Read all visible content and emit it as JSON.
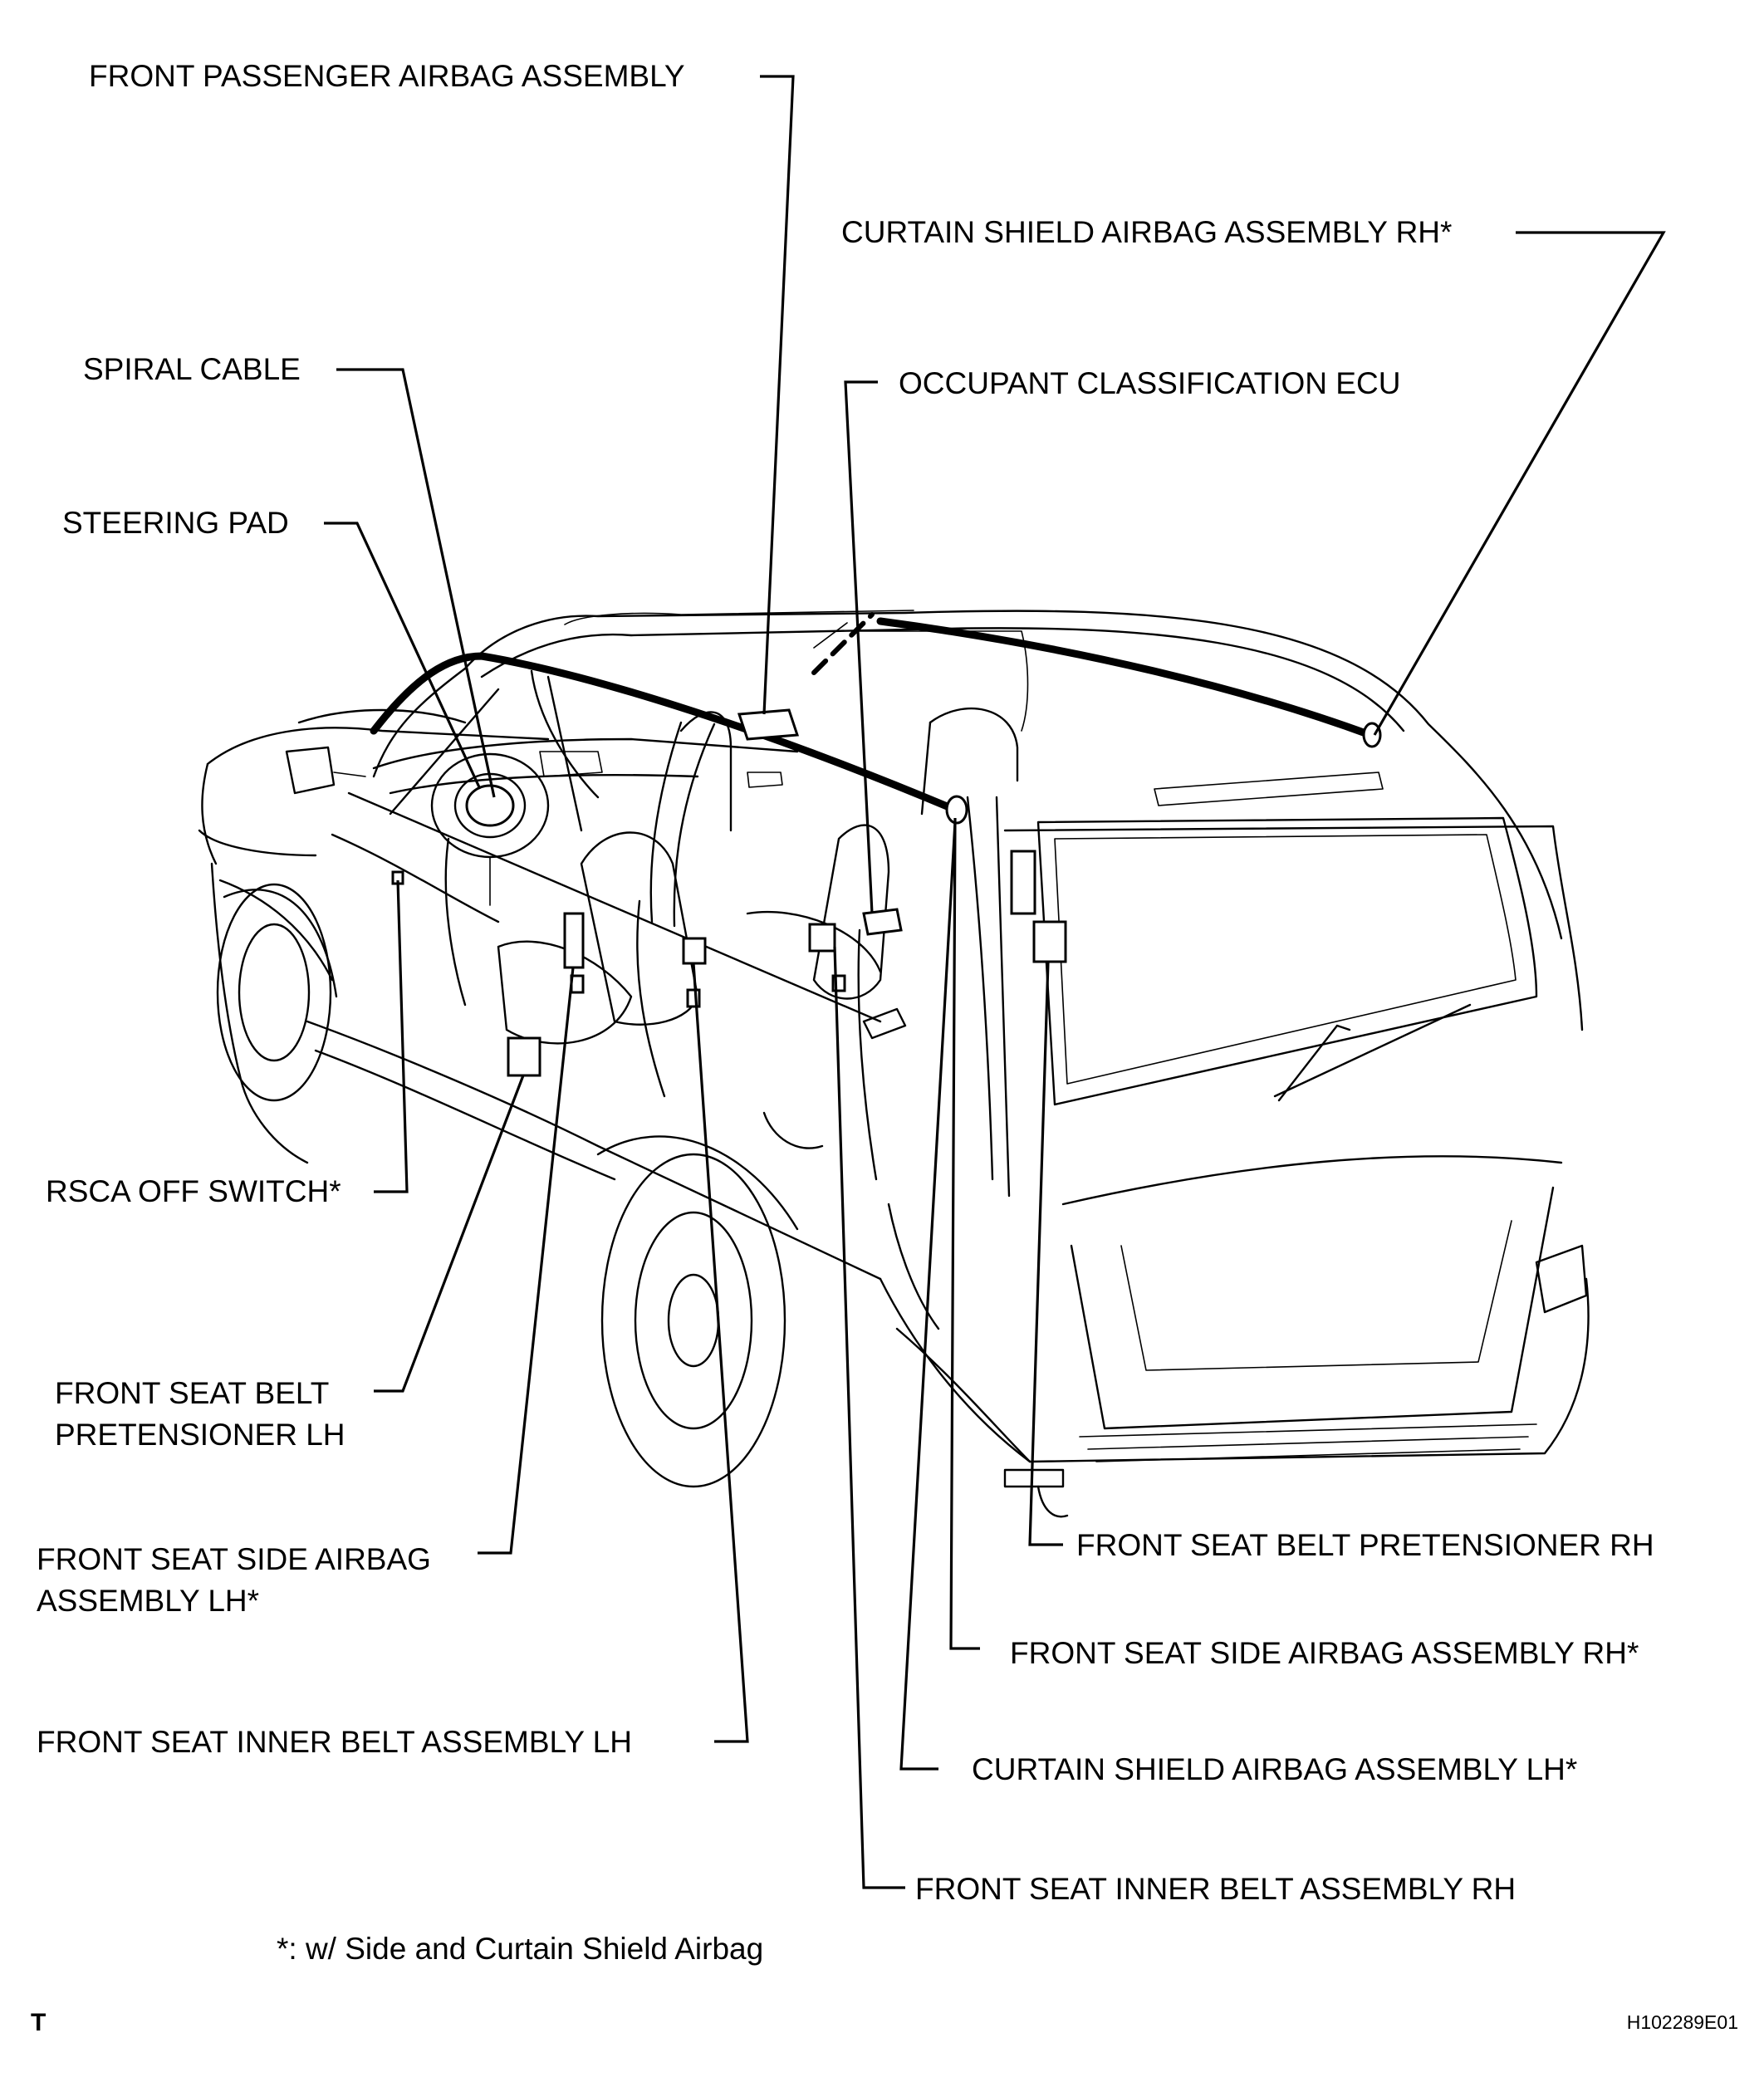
{
  "labels": {
    "front_passenger_airbag": "FRONT PASSENGER AIRBAG ASSEMBLY",
    "curtain_rh": "CURTAIN SHIELD AIRBAG ASSEMBLY RH*",
    "spiral_cable": "SPIRAL CABLE",
    "occupant_ecu": "OCCUPANT CLASSIFICATION ECU",
    "steering_pad": "STEERING PAD",
    "rsca_switch": "RSCA OFF SWITCH*",
    "pretensioner_lh_1": "FRONT SEAT BELT",
    "pretensioner_lh_2": "PRETENSIONER LH",
    "side_airbag_lh_1": "FRONT SEAT SIDE AIRBAG",
    "side_airbag_lh_2": "ASSEMBLY LH*",
    "pretensioner_rh": "FRONT SEAT BELT PRETENSIONER RH",
    "side_airbag_rh": "FRONT SEAT SIDE AIRBAG ASSEMBLY RH*",
    "inner_belt_lh": "FRONT SEAT INNER BELT ASSEMBLY LH",
    "curtain_lh": "CURTAIN SHIELD AIRBAG ASSEMBLY LH*",
    "inner_belt_rh": "FRONT SEAT INNER BELT ASSEMBLY RH"
  },
  "footnote": "*: w/ Side and Curtain Shield Airbag",
  "corner_mark": "T",
  "figure_id": "H102289E01"
}
